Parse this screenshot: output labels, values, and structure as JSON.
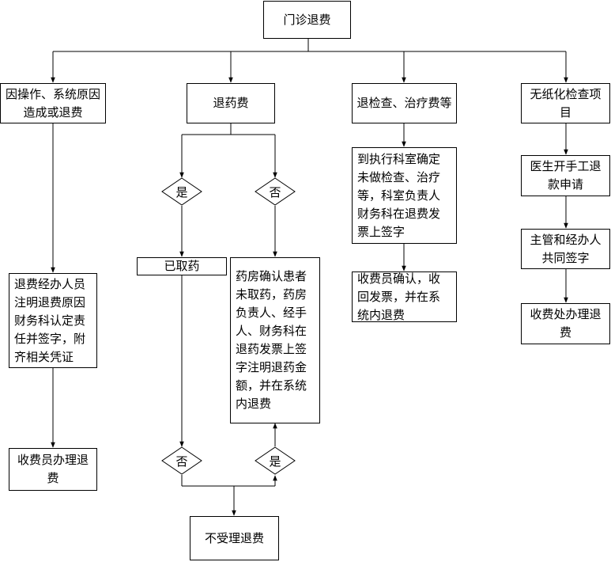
{
  "nodes": {
    "root": "门诊退费",
    "b1": "因操作、系统原因造成或退费",
    "b2": "退药费",
    "b3": "退检查、治疗费等",
    "b4": "无纸化检查项目",
    "b1_step1": "退费经办人员注明退费原因财务科认定责任并签字，附齐相关凭证",
    "b1_step2": "收费员办理退费",
    "yes_branch_box": "已取药",
    "no_branch_box": "药房确认患者未取药，药房负责人、经手人、财务科在退药发票上签字注明退药金额，并在系统内退费",
    "reject": "不受理退费",
    "b3_step1": "到执行科室确定未做检查、治疗等，科室负责人财务科在退费发票上签字",
    "b3_step2": "收费员确认，收回发票，并在系统内退费",
    "b4_step1": "医生开手工退款申请",
    "b4_step2": "主管和经办人共同签字",
    "b4_step3": "收费处办理退费"
  },
  "decisions": {
    "top_yes": "是",
    "top_no": "否",
    "bottom_no": "否",
    "bottom_yes": "是"
  }
}
